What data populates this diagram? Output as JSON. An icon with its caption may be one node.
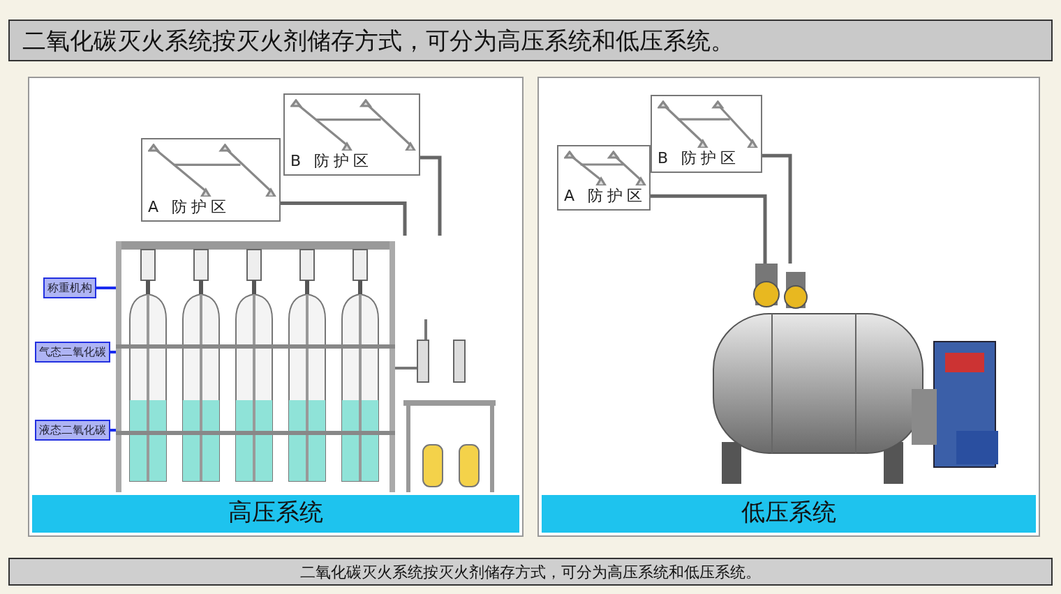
{
  "diagram": {
    "title": "二氧化碳灭火系统按灭火剂储存方式，可分为高压系统和低压系统。",
    "caption": "二氧化碳灭火系统按灭火剂储存方式，可分为高压系统和低压系统。",
    "nodes": [
      {
        "text": [
          "高压系统"
        ]
      },
      {
        "text": [
          "A 防护区"
        ],
        "in": 0
      },
      {
        "text": [
          "B 防护区"
        ],
        "in": 0
      },
      {
        "text": [],
        "shape": "picture",
        "in": 0
      },
      {
        "text": [
          "称重机构"
        ],
        "in": 0
      },
      {
        "text": [
          "气态二氧化碳"
        ],
        "in": 0
      },
      {
        "text": [
          "液态二氧化碳"
        ],
        "in": 0
      },
      {
        "text": [
          "低压系统"
        ]
      },
      {
        "text": [
          "A 防护区"
        ],
        "in": 7
      },
      {
        "text": [
          "B 防护区"
        ],
        "in": 7
      },
      {
        "text": [],
        "shape": "picture",
        "in": 7
      }
    ],
    "edges": [
      {
        "from": 1,
        "to": 3,
        "arrow": "none"
      },
      {
        "from": 2,
        "to": 3,
        "arrow": "none"
      },
      {
        "from": 4,
        "to": 3,
        "arrow": "none",
        "color": "#1a2cf0"
      },
      {
        "from": 5,
        "to": 3,
        "arrow": "none",
        "color": "#1a2cf0"
      },
      {
        "from": 6,
        "to": 3,
        "arrow": "none",
        "color": "#1a2cf0"
      },
      {
        "from": 8,
        "to": 10,
        "arrow": "none"
      },
      {
        "from": 9,
        "to": 10,
        "arrow": "none"
      }
    ]
  }
}
